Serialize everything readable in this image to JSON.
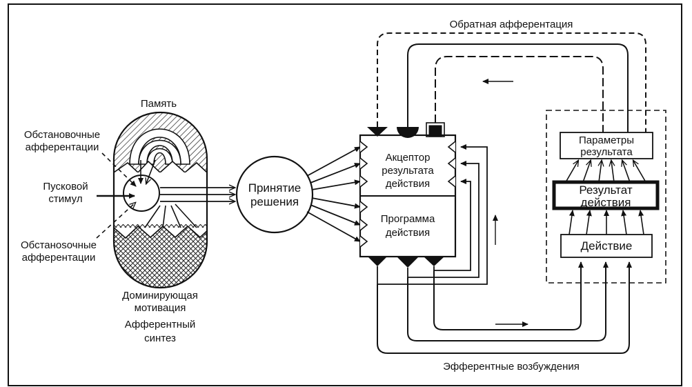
{
  "labels": {
    "feedback": "Обратная афферентация",
    "efferent": "Эфферентные возбуждения",
    "memory": "Память",
    "env_aff_top_1": "Обстановочные",
    "env_aff_top_2": "афферентации",
    "trigger_1": "Пусковой",
    "trigger_2": "стимул",
    "env_aff_bot_1": "Обстаноsочные",
    "env_aff_bot_2": "афферентации",
    "motivation_1": "Доминирующая",
    "motivation_2": "мотивация",
    "synthesis_1": "Афферентный",
    "synthesis_2": "синтез",
    "decision_1": "Принятие",
    "decision_2": "решения",
    "acceptor_1": "Акцептор",
    "acceptor_2": "результата",
    "acceptor_3": "действия",
    "program_1": "Программа",
    "program_2": "действия",
    "params_1": "Параметры",
    "params_2": "результата",
    "result_1": "Результат",
    "result_2": "действия",
    "action": "Действие"
  }
}
